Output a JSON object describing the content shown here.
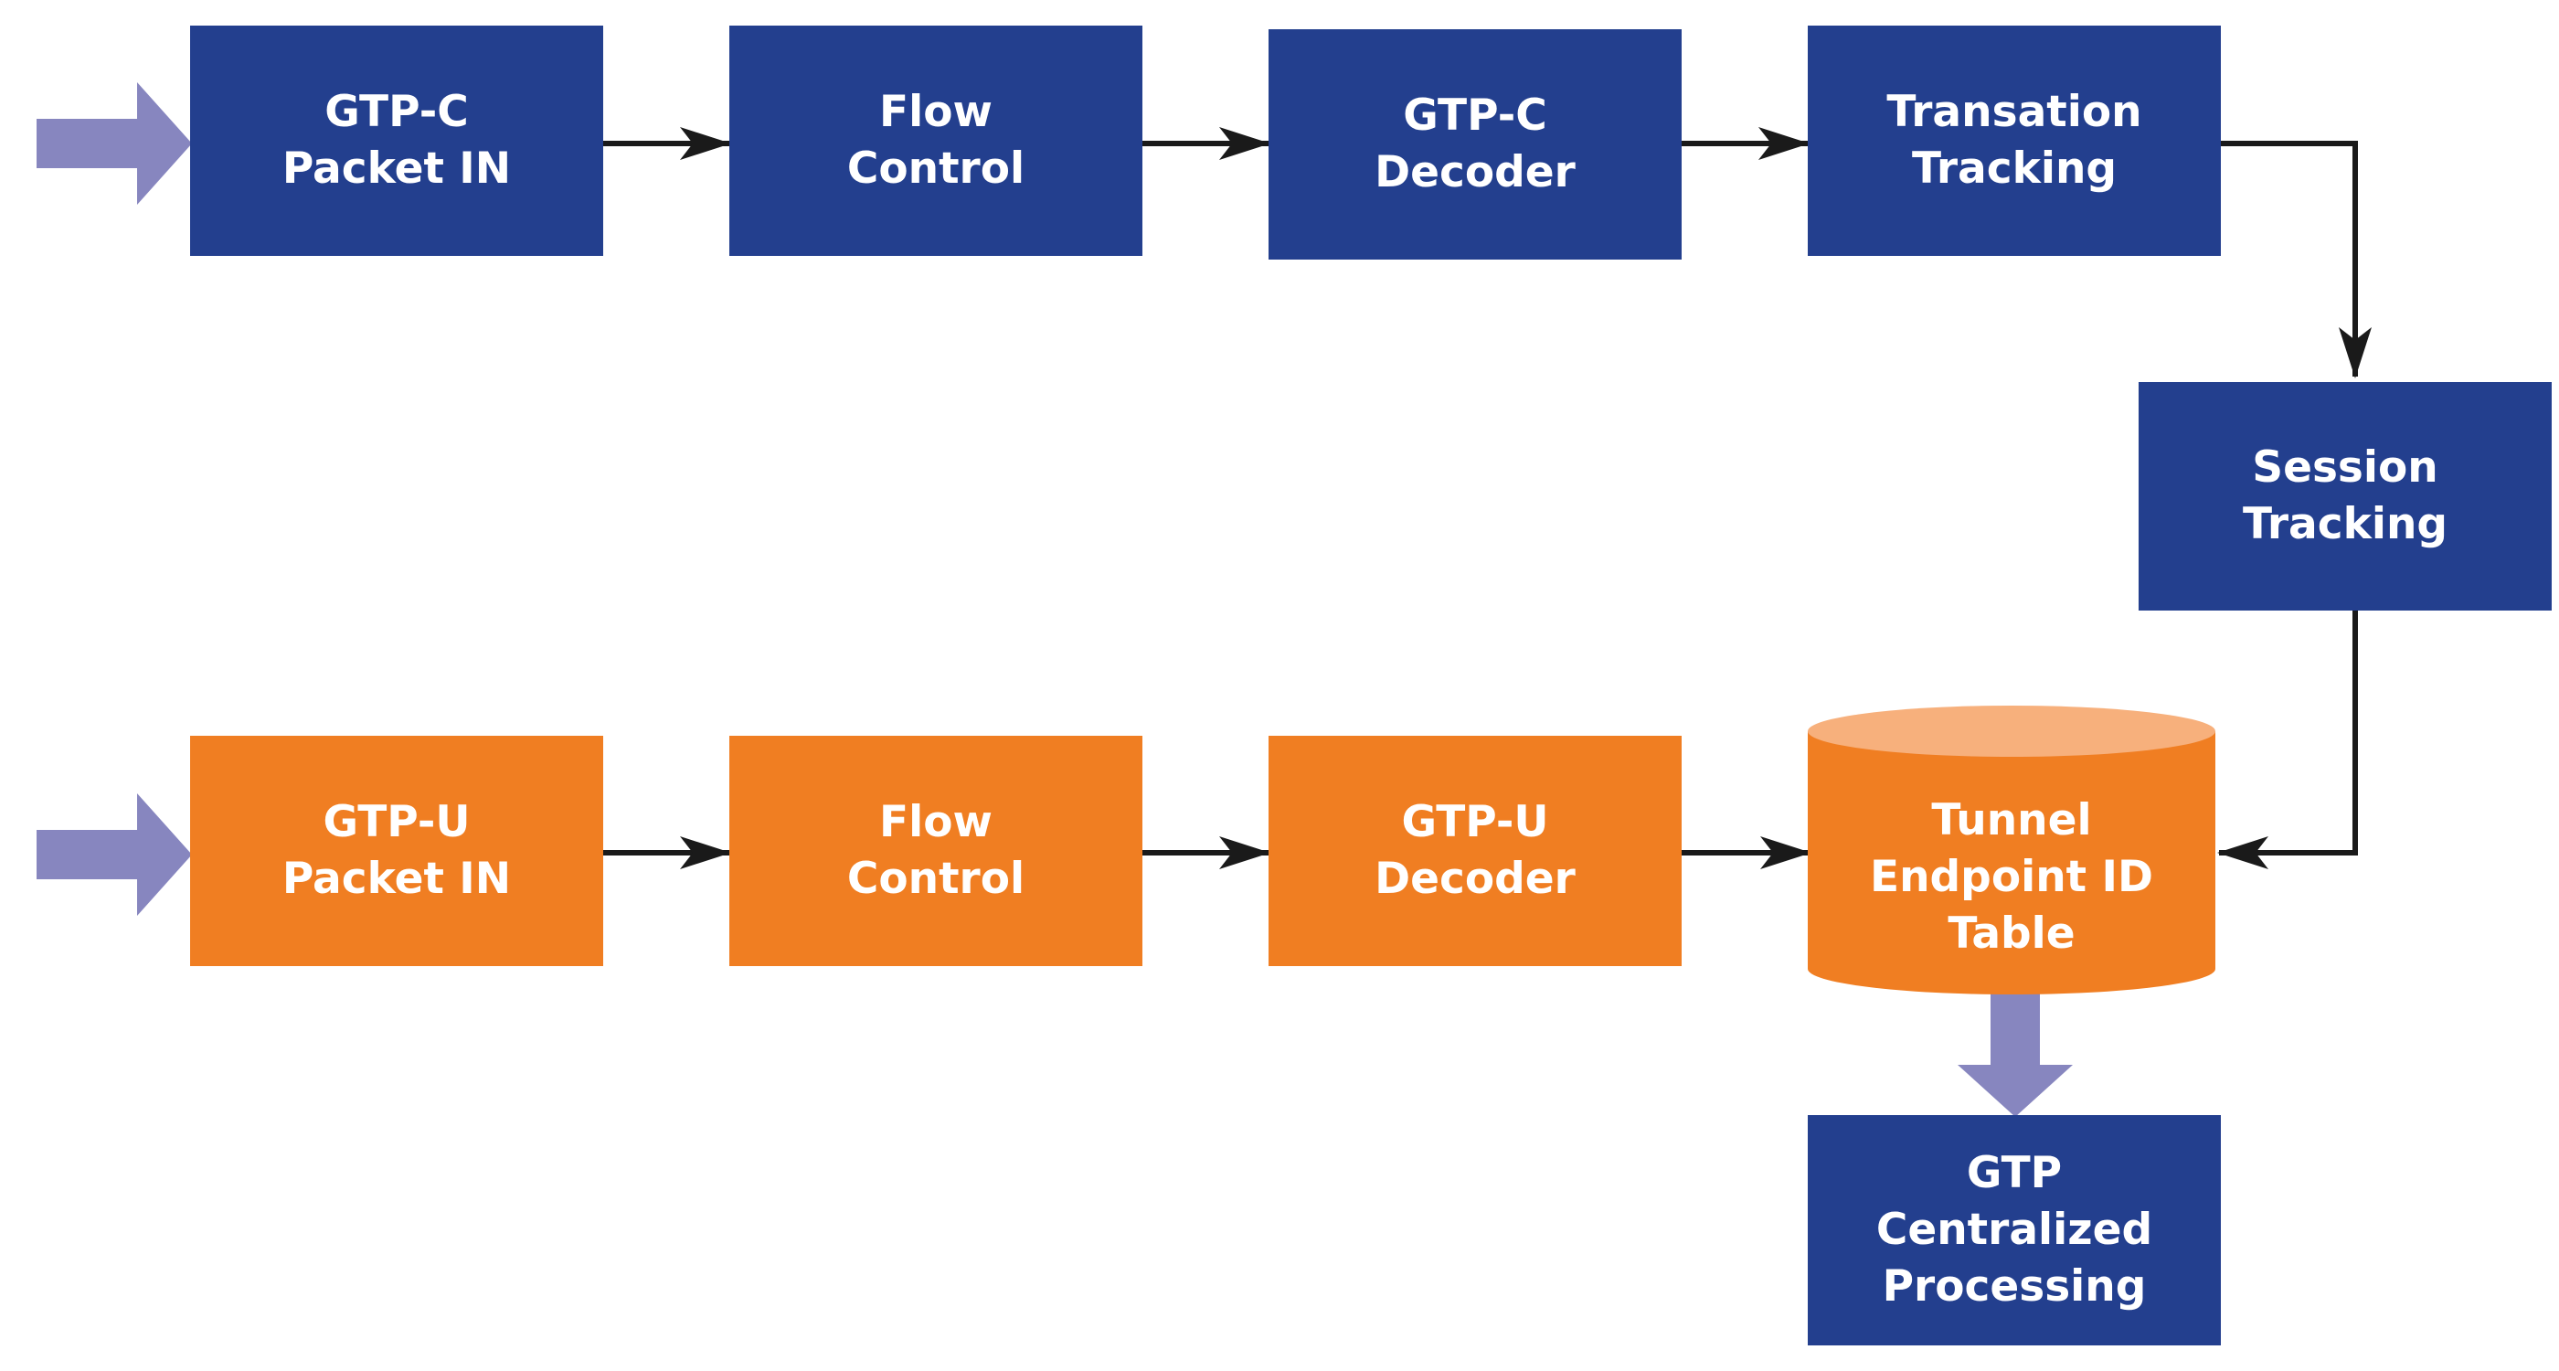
{
  "colors": {
    "control_plane": "#233f8e",
    "user_plane": "#f07e22",
    "cylinder_top": "#f7b07c",
    "input_arrow": "#8786bf",
    "connector": "#1a1a1a",
    "text": "#ffffff",
    "background": "#ffffff"
  },
  "control_plane": {
    "packet_in": "GTP-C\nPacket IN",
    "flow_control": "Flow\nControl",
    "decoder": "GTP-C\nDecoder",
    "transaction_tracking": "Transation\nTracking",
    "session_tracking": "Session\nTracking"
  },
  "user_plane": {
    "packet_in": "GTP-U\nPacket IN",
    "flow_control": "Flow\nControl",
    "decoder": "GTP-U\nDecoder",
    "teid_table": "Tunnel\nEndpoint ID\nTable"
  },
  "output": {
    "centralized_processing": "GTP\nCentralized\nProcessing"
  }
}
